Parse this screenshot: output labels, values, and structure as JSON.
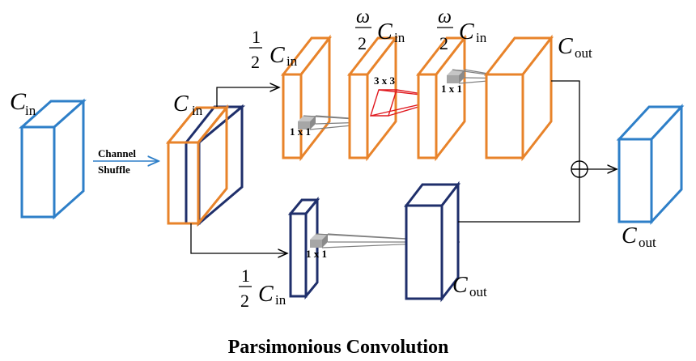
{
  "labels": {
    "c_letter": "C",
    "sub_in": "in",
    "sub_out": "out",
    "frac_one": "1",
    "frac_two": "2",
    "omega": "ω",
    "channel": "Channel",
    "shuffle": "Shuffle",
    "k1x1": "1 x 1",
    "k3x3": "3 x 3",
    "title": "Parsimonious Convolution",
    "plus": "+"
  },
  "colors": {
    "orange": "#E8832A",
    "navy": "#1F2F6B",
    "blue": "#2E7FC8",
    "red": "#E0191F",
    "gray_kernel": "#9A9A9A",
    "gray_line": "#7F7F7F"
  }
}
